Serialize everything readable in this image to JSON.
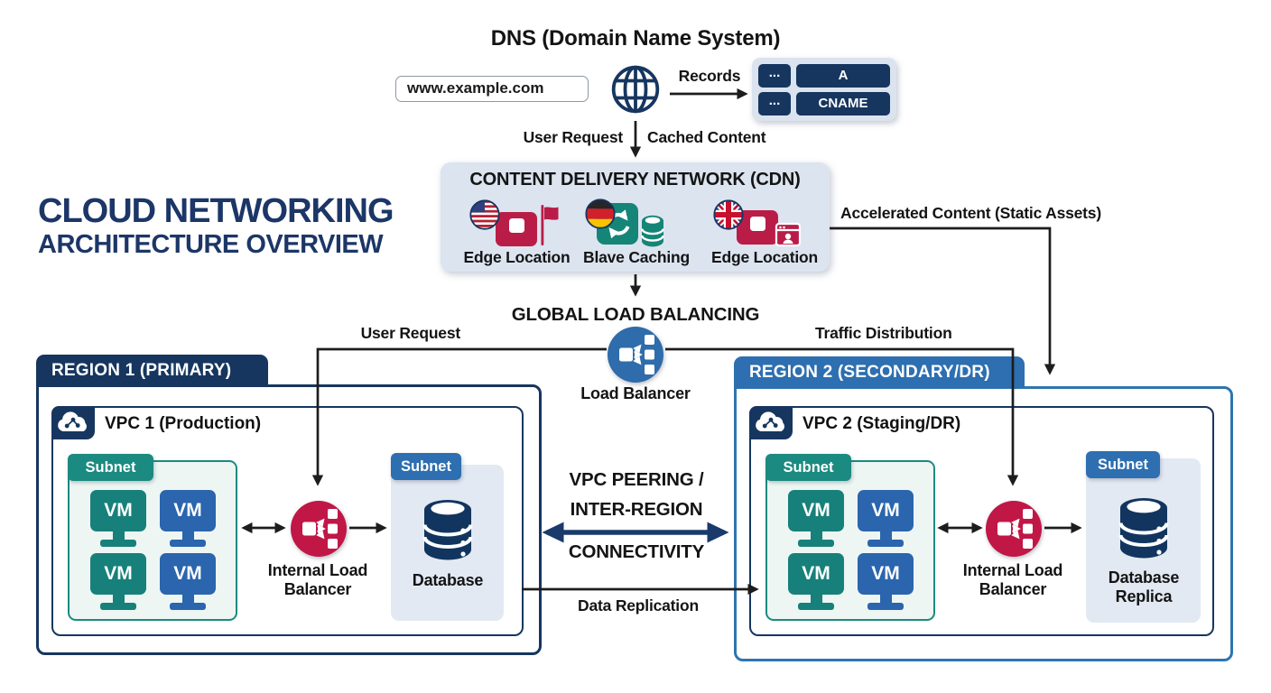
{
  "page_title": "Cloud Networking Architecture Overview",
  "colors": {
    "navy": "#16365f",
    "blue": "#2d6fb0",
    "teal": "#1b8a80",
    "crimson": "#c01747",
    "panel_bg": "#dce4f0",
    "db_subnet_bg": "#e2e9f3",
    "vm_subnet_bg": "#edf6f3"
  },
  "main_title": {
    "line1": "CLOUD NETWORKING",
    "line2": "ARCHITECTURE OVERVIEW"
  },
  "dns": {
    "title": "DNS (Domain Name System)",
    "domain": "www.example.com",
    "records_label": "Records",
    "records": [
      {
        "dots": "...",
        "type": "A"
      },
      {
        "dots": "...",
        "type": "CNAME"
      }
    ],
    "user_request_label": "User Request",
    "cached_content_label": "Cached Content"
  },
  "cdn": {
    "title": "CONTENT DELIVERY NETWORK (CDN)",
    "items": [
      {
        "icon": "us-flag-edge-location-icon",
        "label": "Edge Location"
      },
      {
        "icon": "germany-flag-cache-icon",
        "label": "Blave Caching"
      },
      {
        "icon": "uk-flag-edge-location-icon",
        "label": "Edge Location"
      }
    ],
    "accelerated_label": "Accelerated Content (Static Assets)"
  },
  "glb": {
    "title": "GLOBAL LOAD BALANCING",
    "load_balancer_label": "Load Balancer",
    "user_request_label": "User Request",
    "traffic_distribution_label": "Traffic Distribution"
  },
  "center": {
    "peering_line1": "VPC PEERING /",
    "peering_line2": "INTER-REGION",
    "peering_line3": "CONNECTIVITY",
    "data_replication_label": "Data Replication"
  },
  "region1": {
    "header": "REGION 1 (PRIMARY)",
    "vpc_label": "VPC 1 (Production)",
    "subnet_label": "Subnet",
    "vms": [
      "VM",
      "VM",
      "VM",
      "VM"
    ],
    "ilb_label": "Internal Load Balancer",
    "db_subnet_label": "Subnet",
    "db_label": "Database"
  },
  "region2": {
    "header": "REGION 2 (SECONDARY/DR)",
    "vpc_label": "VPC 2 (Staging/DR)",
    "subnet_label": "Subnet",
    "vms": [
      "VM",
      "VM",
      "VM",
      "VM"
    ],
    "ilb_label": "Internal Load Balancer",
    "db_subnet_label": "Subnet",
    "db_label": "Database Replica"
  }
}
